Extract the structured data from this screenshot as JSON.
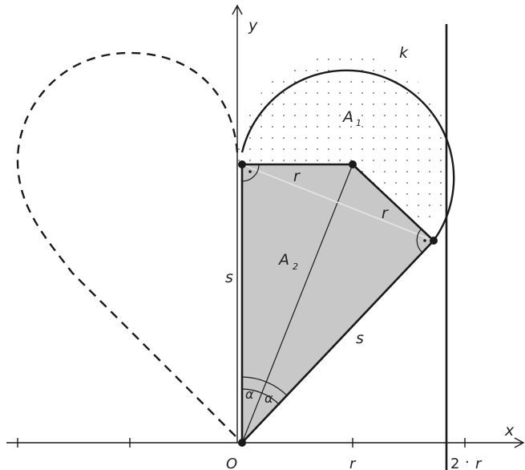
{
  "labels": {
    "y_axis": "y",
    "x_axis": "x",
    "origin": "O",
    "circle": "k",
    "area1": "A",
    "area1_sub": "1",
    "area2": "A",
    "area2_sub": "2",
    "r_top": "r",
    "r_diag": "r",
    "s_left": "s",
    "s_diag": "s",
    "alpha_left": "α",
    "alpha_right": "α",
    "tick_r": "r",
    "tick_2r_num": "2",
    "tick_2r_dot": "·",
    "tick_2r_r": "r"
  },
  "colors": {
    "shade": "#c8c8c8",
    "stroke": "#1a1a1a",
    "dots": "#555555"
  }
}
